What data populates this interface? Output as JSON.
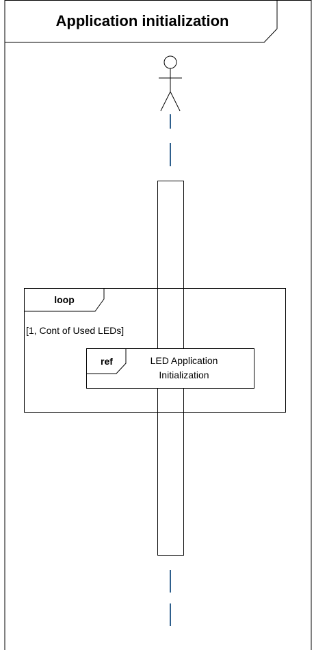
{
  "frame": {
    "title": "Application initialization"
  },
  "loop_fragment": {
    "operator": "loop",
    "guard": "[1, Cont of Used LEDs]"
  },
  "ref_fragment": {
    "operator": "ref",
    "text_line1": "LED Application",
    "text_line2": "Initialization"
  },
  "colors": {
    "lifeline": "#2e5f8c",
    "stroke": "#000000",
    "background": "#ffffff"
  }
}
